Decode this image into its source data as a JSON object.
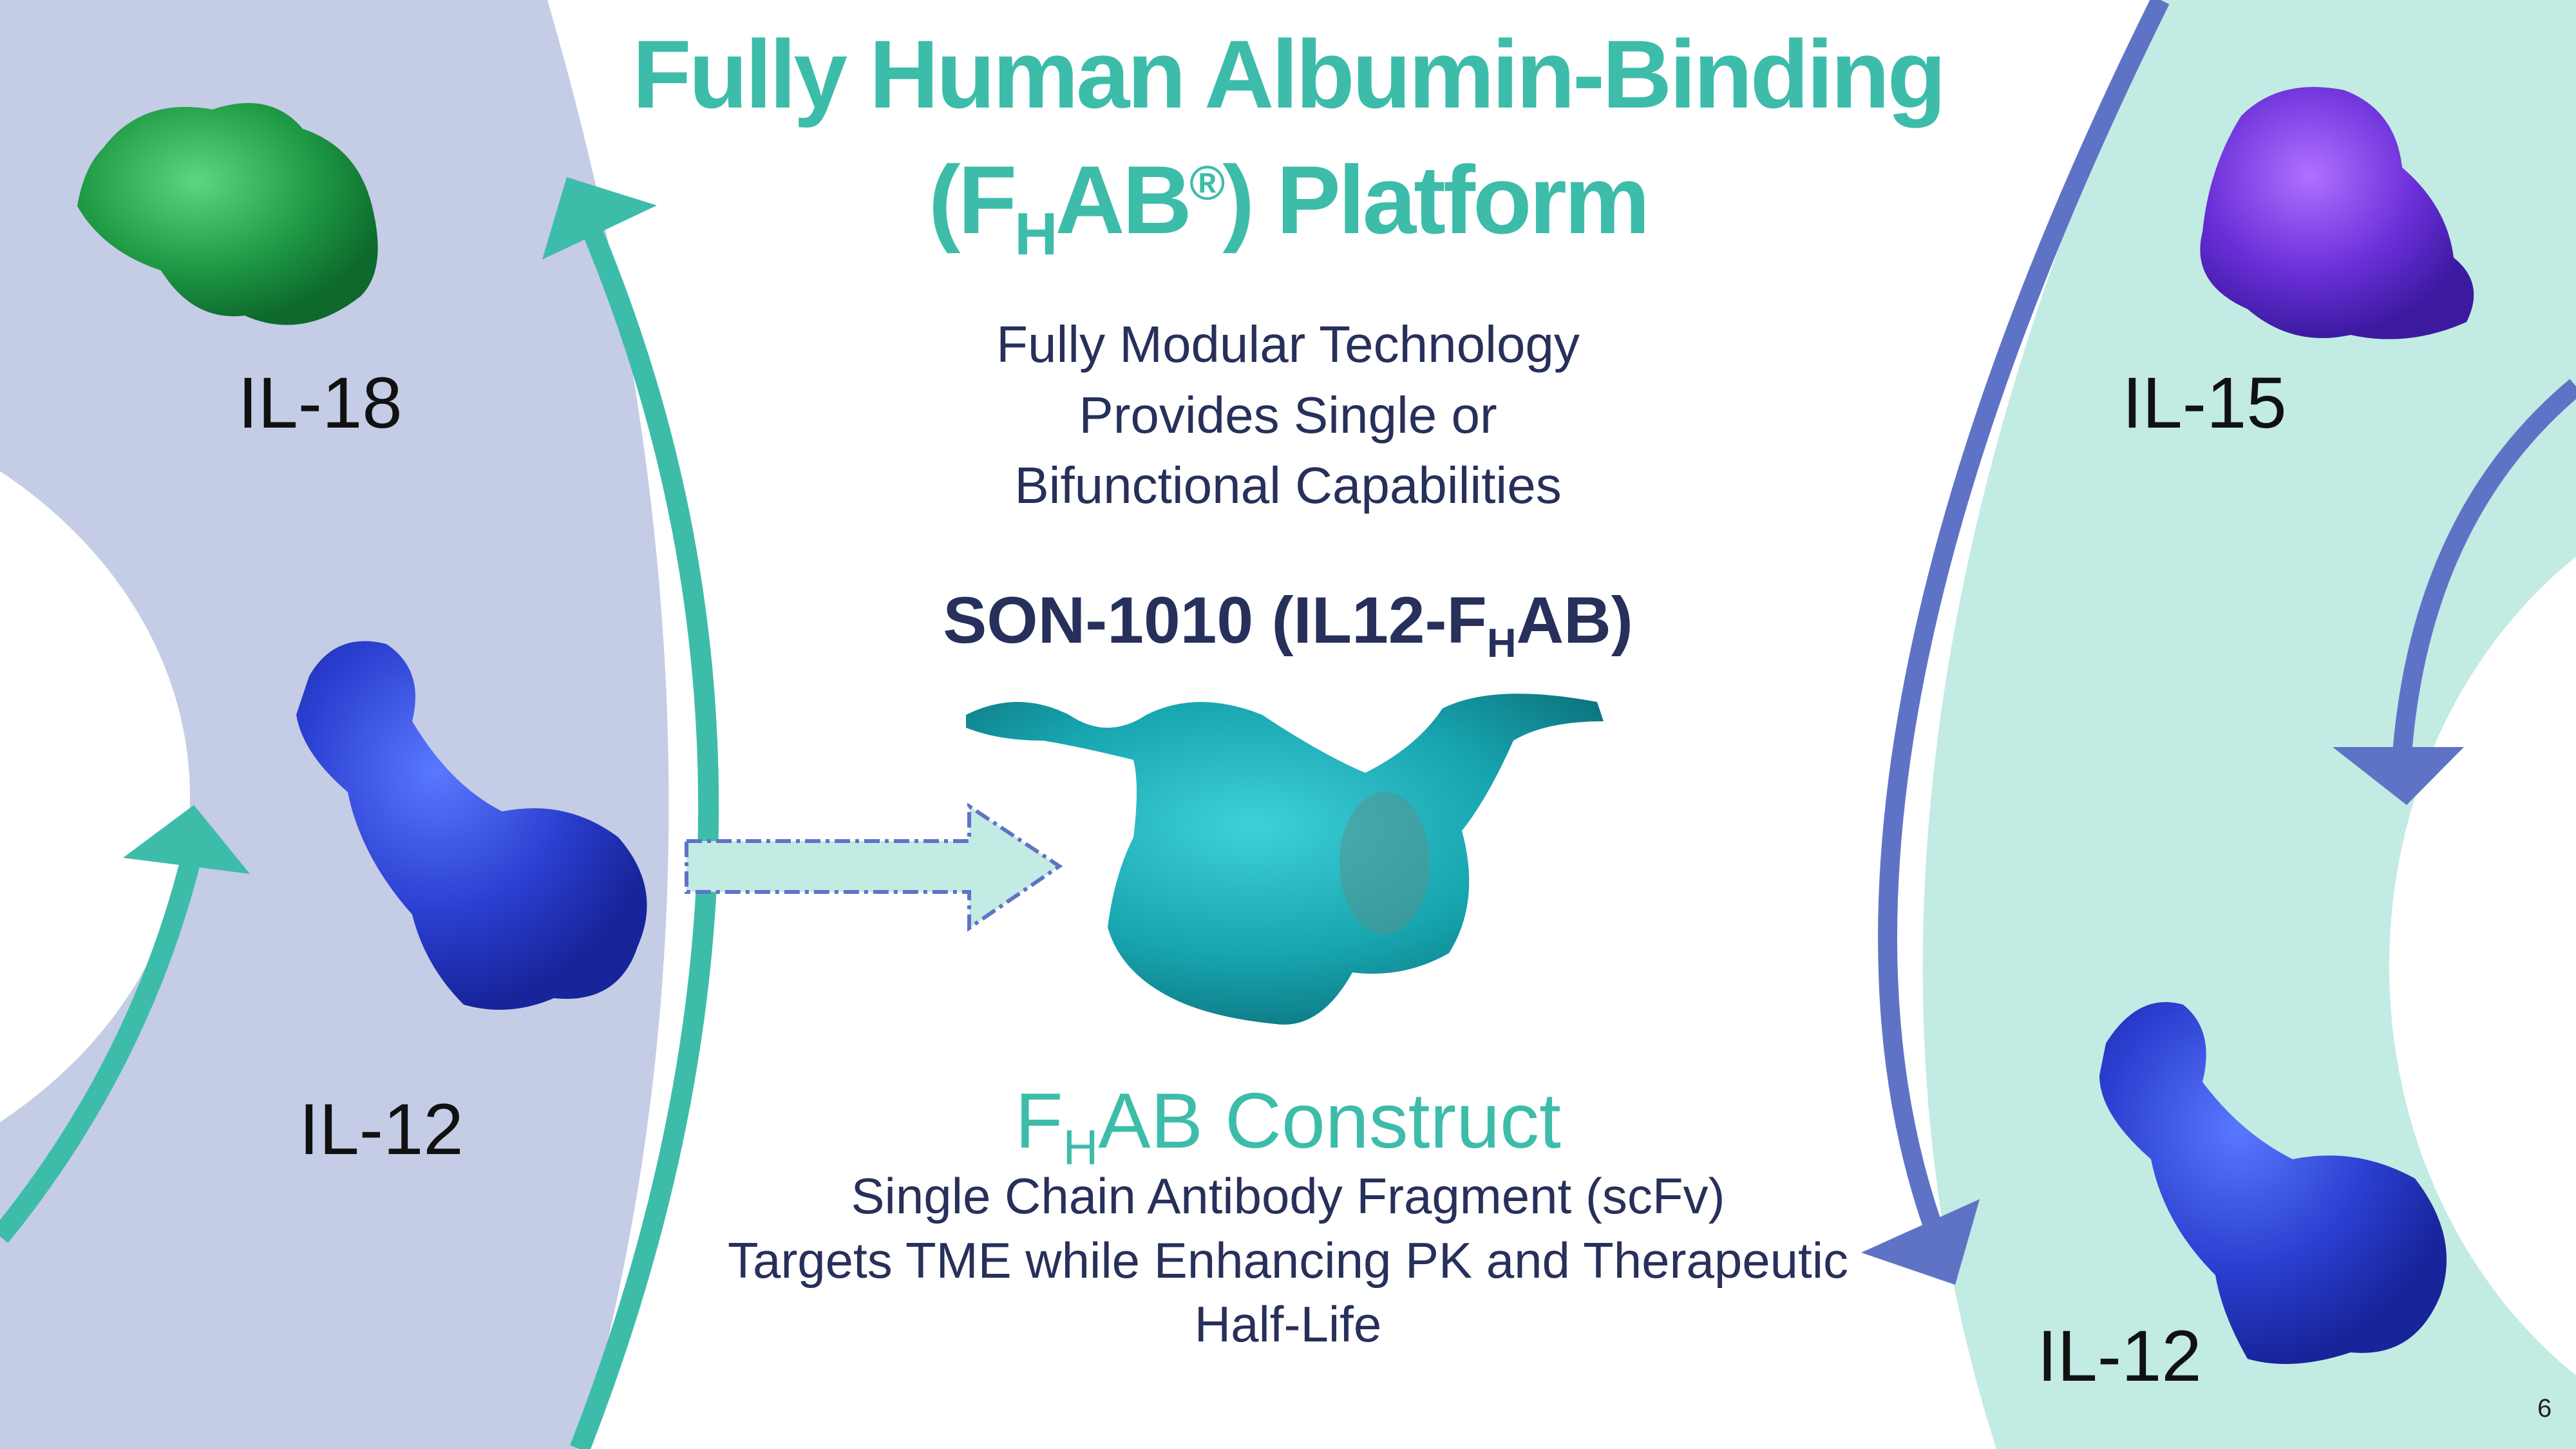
{
  "title": {
    "line1": "Fully Human Albumin-Binding",
    "line2": {
      "open": "(F",
      "sub": "H",
      "mid": "AB",
      "reg": "®",
      "close": ") Platform"
    }
  },
  "subtitle": [
    "Fully Modular Technology",
    "Provides Single or",
    "Bifunctional Capabilities"
  ],
  "product": {
    "pre": "SON-1010 (IL12-F",
    "sub": "H",
    "post": "AB)"
  },
  "construct": {
    "heading": {
      "pre": "F",
      "sub": "H",
      "post": "AB Construct"
    },
    "lines": [
      "Single Chain Antibody Fragment (scFv)",
      "Targets TME while Enhancing PK and Therapeutic",
      "Half-Life"
    ]
  },
  "proteins": {
    "left_top": "IL-18",
    "left_bottom": "IL-12",
    "right_top": "IL-15",
    "right_bottom": "IL-12"
  },
  "page_number": "6",
  "colors": {
    "teal": "#3dbcaa",
    "blue": "#5f73c6",
    "lavender": "#c5cce6",
    "mint": "#c2ebe4",
    "navy": "#27305a"
  }
}
